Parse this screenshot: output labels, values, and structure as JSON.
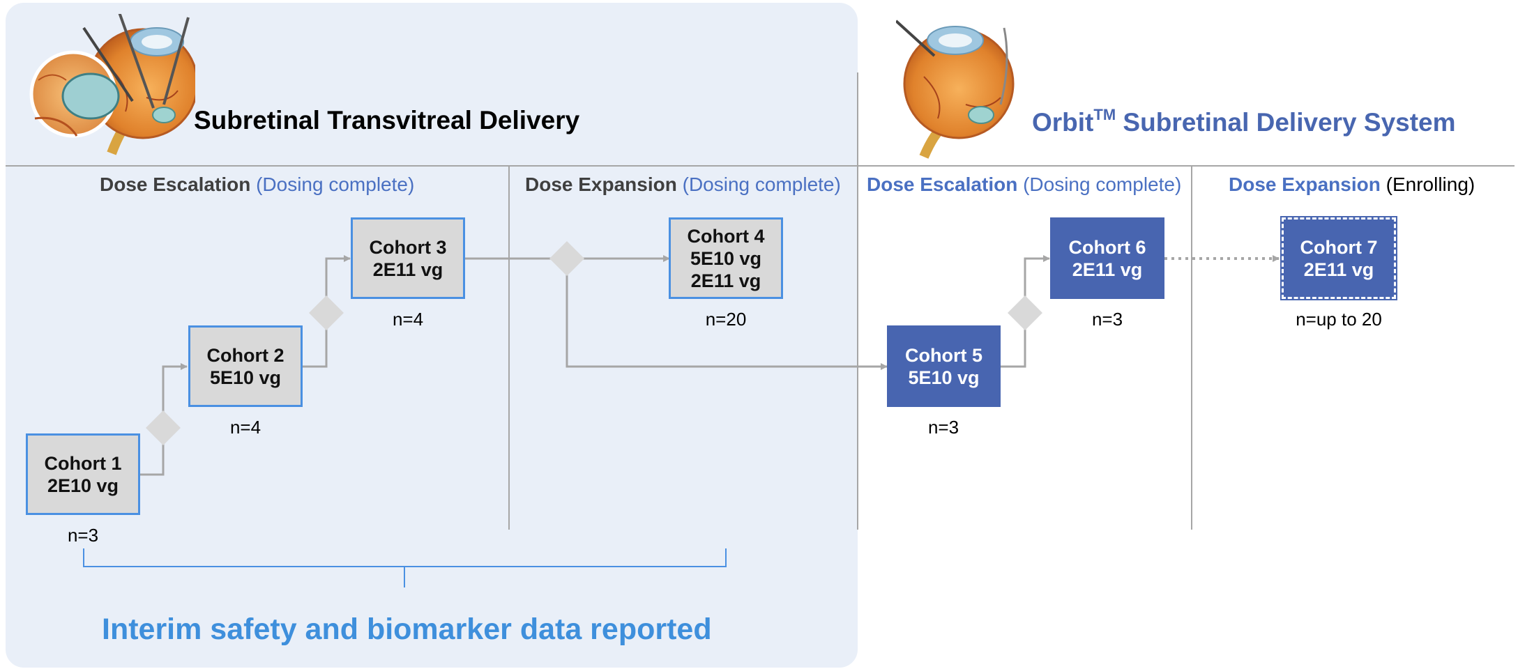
{
  "left_title": "Subretinal Transvitreal Delivery",
  "right_title": {
    "brand": "Orbit",
    "superscript": "TM",
    "rest": " Subretinal Delivery System"
  },
  "phases": [
    {
      "bold": "Dose Escalation",
      "status": "(Dosing complete)"
    },
    {
      "bold": "Dose Expansion",
      "status": "(Dosing complete)"
    },
    {
      "bold": "Dose Escalation",
      "status": "(Dosing complete)"
    },
    {
      "bold": "Dose Expansion",
      "status": "(Enrolling)"
    }
  ],
  "cohorts": [
    {
      "name": "Cohort 1",
      "doses": [
        "2E10 vg"
      ],
      "n": "n=3"
    },
    {
      "name": "Cohort 2",
      "doses": [
        "5E10 vg"
      ],
      "n": "n=4"
    },
    {
      "name": "Cohort 3",
      "doses": [
        "2E11 vg"
      ],
      "n": "n=4"
    },
    {
      "name": "Cohort 4",
      "doses": [
        "5E10 vg",
        "2E11 vg"
      ],
      "n": "n=20"
    },
    {
      "name": "Cohort 5",
      "doses": [
        "5E10 vg"
      ],
      "n": "n=3"
    },
    {
      "name": "Cohort 6",
      "doses": [
        "2E11 vg"
      ],
      "n": "n=3"
    },
    {
      "name": "Cohort 7",
      "doses": [
        "2E11 vg"
      ],
      "n": "n=up to 20"
    }
  ],
  "footer": "Interim safety and biomarker data reported",
  "colors": {
    "panel_bg": "#e9eff8",
    "accent_blue": "#4a70c2",
    "cohort_blue": "#4865b0",
    "footer_blue": "#3e8fdc"
  },
  "icons": {
    "left_illustration": "eye-cross-section-icon",
    "right_illustration": "eye-orbit-icon"
  }
}
